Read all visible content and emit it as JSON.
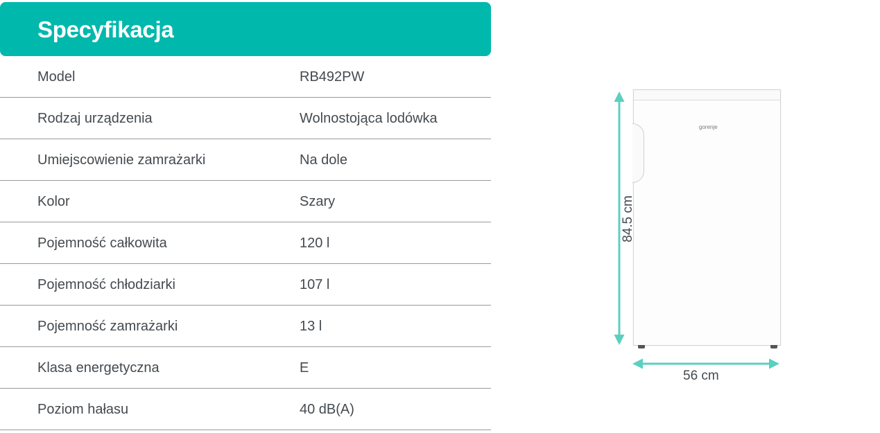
{
  "header": {
    "title": "Specyfikacja",
    "background_color": "#00b8ac"
  },
  "specs": [
    {
      "label": "Model",
      "value": "RB492PW"
    },
    {
      "label": "Rodzaj urządzenia",
      "value": "Wolnostojąca lodówka"
    },
    {
      "label": "Umiejscowienie zamrażarki",
      "value": "Na dole"
    },
    {
      "label": "Kolor",
      "value": "Szary"
    },
    {
      "label": "Pojemność całkowita",
      "value": "120 l"
    },
    {
      "label": "Pojemność chłodziarki",
      "value": "107 l"
    },
    {
      "label": "Pojemność zamrażarki",
      "value": "13 l"
    },
    {
      "label": "Klasa energetyczna",
      "value": "E"
    },
    {
      "label": "Poziom hałasu",
      "value": "40 dB(A)"
    }
  ],
  "product_image": {
    "brand_mark": "gorenje",
    "height_label": "84.5 cm",
    "width_label": "56 cm",
    "arrow_color": "#5ccfc0"
  }
}
